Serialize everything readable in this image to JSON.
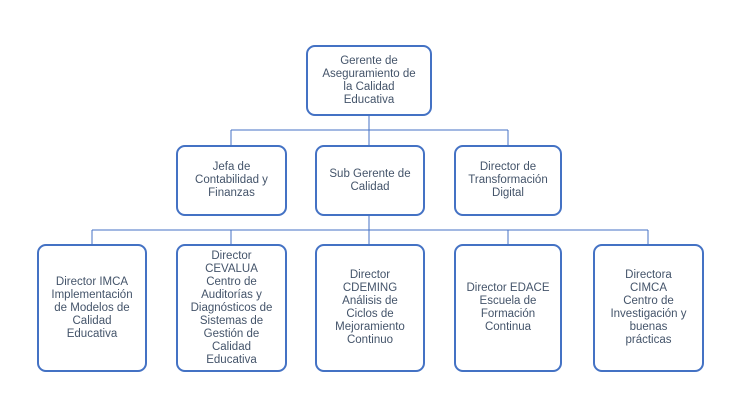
{
  "colors": {
    "box_border": "#4472c4",
    "text": "#44546a",
    "connector": "#4472c4",
    "background": "#ffffff"
  },
  "org_chart": {
    "root": {
      "label": "Gerente de\nAseguramiento de\nla Calidad\nEducativa"
    },
    "level2": [
      {
        "label": "Jefa de\nContabilidad y\nFinanzas"
      },
      {
        "label": "Sub Gerente de\nCalidad"
      },
      {
        "label": "Director de\nTransformación\nDigital"
      }
    ],
    "level3_parent": "Sub Gerente de Calidad",
    "level3": [
      {
        "label": "Director IMCA\nImplementación\nde Modelos de\nCalidad\nEducativa"
      },
      {
        "label": "Director\nCEVALUA\nCentro de\nAuditorías y\nDiagnósticos de\nSistemas de\nGestión de\nCalidad\nEducativa"
      },
      {
        "label": "Director\nCDEMING\nAnálisis de\nCiclos de\nMejoramiento\nContinuo"
      },
      {
        "label": "Director EDACE\nEscuela de\nFormación\nContinua"
      },
      {
        "label": "Directora\nCIMCA\nCentro de\nInvestigación y\nbuenas\nprácticas"
      }
    ]
  }
}
